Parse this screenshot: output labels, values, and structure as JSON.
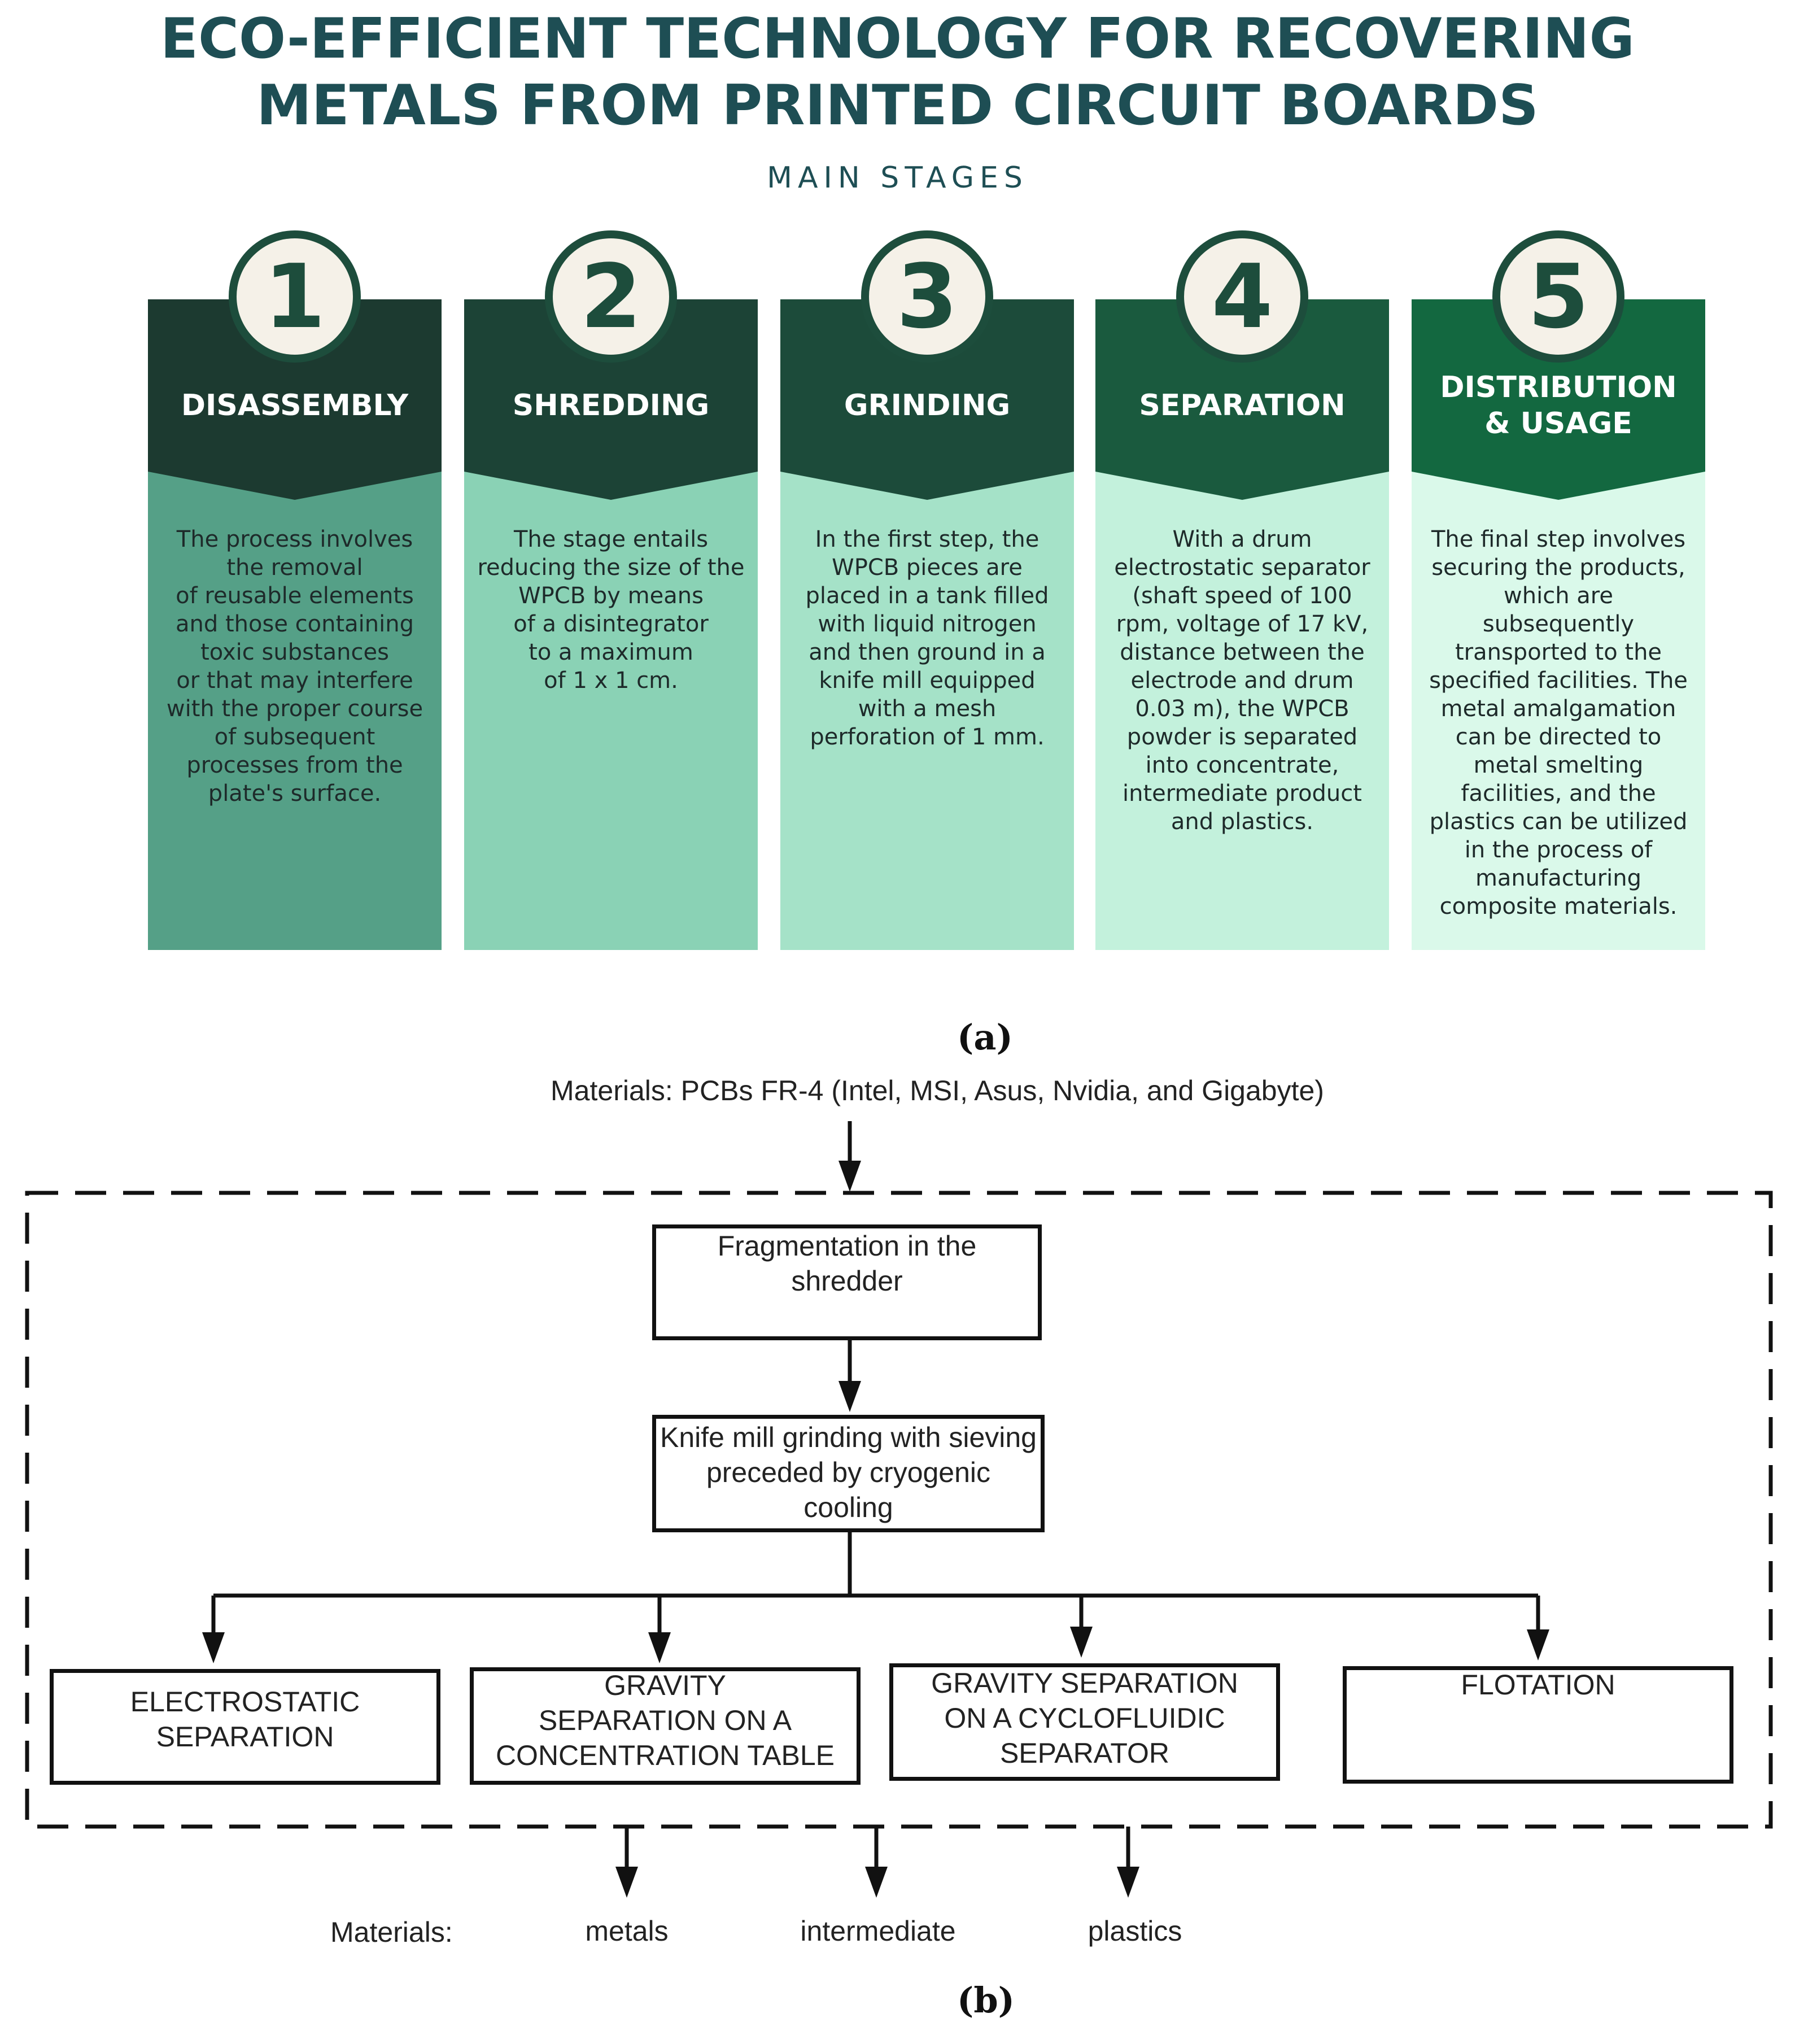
{
  "panel_a": {
    "title_line1": "ECO-EFFICIENT TECHNOLOGY FOR RECOVERING",
    "title_line2": "METALS FROM PRINTED CIRCUIT BOARDS",
    "subtitle": "MAIN STAGES",
    "stages": [
      {
        "number": "1",
        "title": "DISASSEMBLY",
        "head_color": "#1c3a30",
        "body_color": "#55a087",
        "description": "The process involves\nthe removal\nof reusable elements\nand those containing\ntoxic substances\nor that may interfere\nwith the proper course\nof subsequent\nprocesses from the\nplate's surface."
      },
      {
        "number": "2",
        "title": "SHREDDING",
        "head_color": "#1c4336",
        "body_color": "#8ad2b5",
        "description": "The stage entails\nreducing the size of the\nWPCB by means\nof a disintegrator\nto a maximum\nof 1 x 1 cm."
      },
      {
        "number": "3",
        "title": "GRINDING",
        "head_color": "#1c4b3a",
        "body_color": "#a5e2c8",
        "description": "In the first step, the\nWPCB pieces are\nplaced in a tank filled\nwith liquid nitrogen\nand then ground in a\nknife mill equipped\nwith a mesh\nperforation of 1 mm."
      },
      {
        "number": "4",
        "title": "SEPARATION",
        "head_color": "#1a5a3e",
        "body_color": "#c3f1dc",
        "description": "With a drum\nelectrostatic separator\n(shaft speed of 100\nrpm, voltage of 17 kV,\ndistance between the\nelectrode and drum\n0.03 m), the WPCB\npowder is separated\ninto concentrate,\nintermediate product\nand plastics."
      },
      {
        "number": "5",
        "title": "DISTRIBUTION\n& USAGE",
        "head_color": "#136840",
        "body_color": "#daf9ea",
        "description": "The final step involves\nsecuring the products,\nwhich are\nsubsequently\ntransported to the\nspecified facilities. The\nmetal amalgamation\ncan be directed to\nmetal smelting\nfacilities, and the\nplastics can be utilized\nin the process of\nmanufacturing\ncomposite materials."
      }
    ],
    "caption": "(a)"
  },
  "panel_b": {
    "input_label": "Materials: PCBs FR-4 (Intel, MSI, Asus, Nvidia, and Gigabyte)",
    "step1": "Fragmentation in the\nshredder",
    "step2": "Knife mill grinding with sieving\npreceded by cryogenic\ncooling",
    "methods": [
      {
        "label": "ELECTROSTATIC\nSEPARATION"
      },
      {
        "label": "GRAVITY\nSEPARATION ON A\nCONCENTRATION TABLE"
      },
      {
        "label": "GRAVITY SEPARATION\nON A CYCLOFLUIDIC\nSEPARATOR"
      },
      {
        "label": "FLOTATION"
      }
    ],
    "output_label": "Materials:",
    "outputs": [
      "metals",
      "intermediate",
      "plastics"
    ],
    "caption": "(b)"
  }
}
